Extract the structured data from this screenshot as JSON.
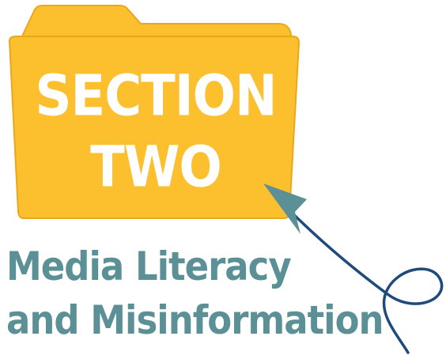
{
  "folder": {
    "label_line_1": "SECTION",
    "label_line_2": "TWO",
    "color": "#fcbf2e",
    "edge_color": "#e8a81c",
    "icon": "folder-icon"
  },
  "subtitle": {
    "line_1": "Media Literacy",
    "line_2": "and Misinformation",
    "color": "#5a9096"
  },
  "arrow": {
    "icon": "curly-arrow-icon",
    "stroke_color": "#1f4a7c",
    "head_color": "#5a9096"
  }
}
